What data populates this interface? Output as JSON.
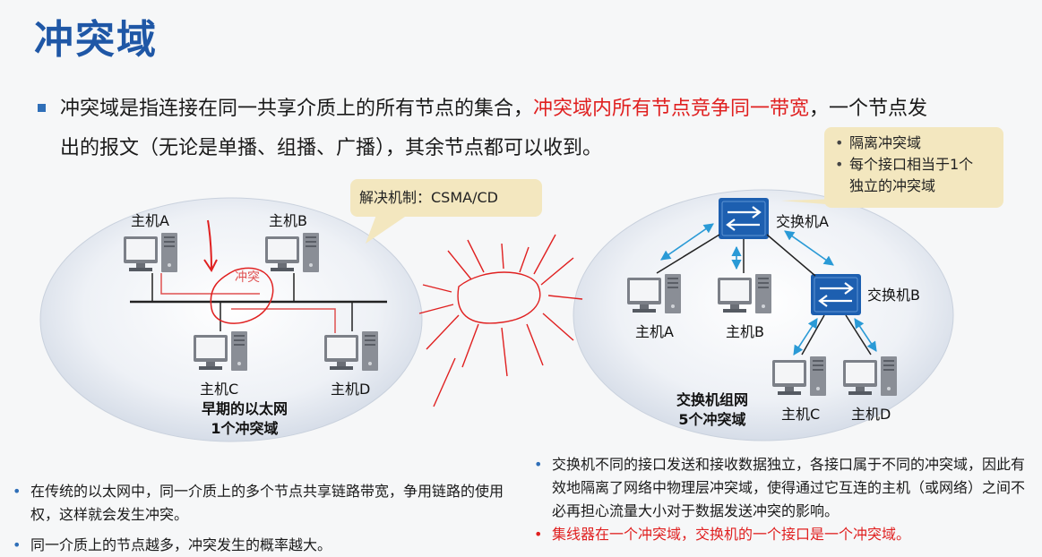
{
  "title": "冲突域",
  "intro": {
    "part1": "冲突域是指连接在同一共享介质上的所有节点的集合，",
    "part_red": "冲突域内所有节点竞争同一带宽",
    "part2": "，一个节点发",
    "line2": "出的报文（无论是单播、组播、广播），其余节点都可以收到。"
  },
  "left_diagram": {
    "hosts": [
      "主机A",
      "主机B",
      "主机C",
      "主机D"
    ],
    "collision_label": "冲突",
    "caption_line1": "早期的以太网",
    "caption_line2": "1个冲突域",
    "callout": "解决机制：CSMA/CD"
  },
  "right_diagram": {
    "switch_a": "交换机A",
    "switch_b": "交换机B",
    "hosts": [
      "主机A",
      "主机B",
      "主机C",
      "主机D"
    ],
    "caption_line1": "交换机组网",
    "caption_line2": "5个冲突域",
    "callout_items": [
      "隔离冲突域",
      "每个接口相当于1个",
      "独立的冲突域"
    ]
  },
  "notes_left": [
    "在传统的以太网中，同一介质上的多个节点共享链路带宽，争用链路的使用权，这样就会发生冲突。",
    "同一介质上的节点越多，冲突发生的概率越大。"
  ],
  "notes_right": [
    "交换机不同的接口发送和接收数据独立，各接口属于不同的冲突域，因此有效地隔离了网络中物理层冲突域，使得通过它互连的主机（或网络）之间不必再担心流量大小对于数据发送冲突的影响。",
    "集线器在一个冲突域，交换机的一个接口是一个冲突域。"
  ],
  "colors": {
    "title": "#1f57a6",
    "accent_red": "#e02020",
    "switch_blue": "#1d5fb0",
    "callout_bg": "#f3e7bf"
  }
}
